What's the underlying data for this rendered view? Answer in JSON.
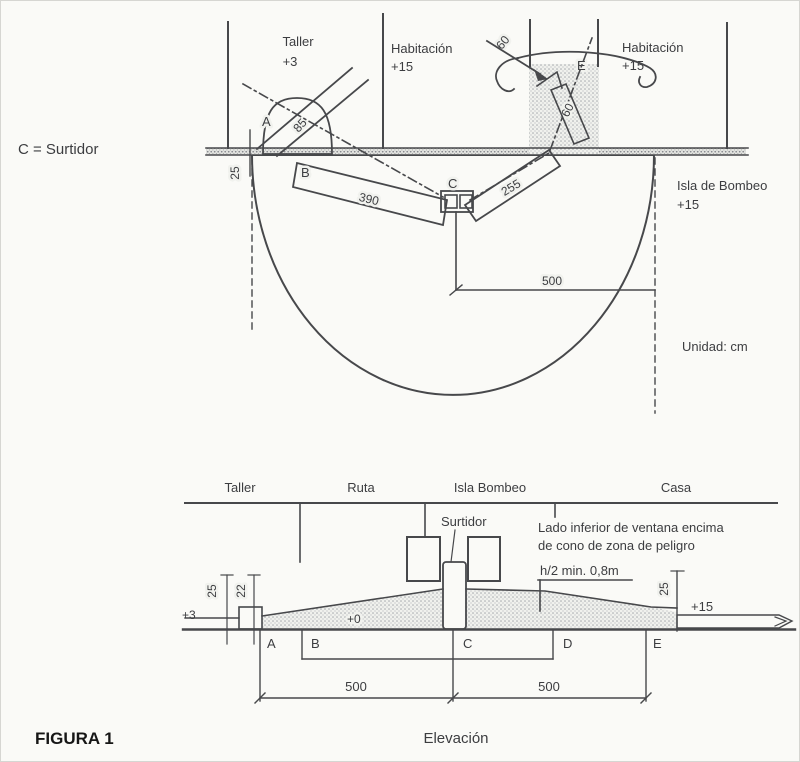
{
  "figure": {
    "label": "FIGURA 1",
    "caption": "Elevación"
  },
  "plan": {
    "legend": "C = Surtidor",
    "unit": "Unidad: cm",
    "room_taller": "Taller",
    "room_taller_level": "+3",
    "room_hab1": "Habitación",
    "room_hab1_level": "+15",
    "room_hab2": "Habitación",
    "room_hab2_level": "+15",
    "island_name": "Isla de Bombeo",
    "island_level": "+15",
    "pt_a": "A",
    "pt_b": "B",
    "pt_c": "C",
    "pt_e": "E",
    "dim_left_offset": "25",
    "dim_bump": "85",
    "dim_bc": "390",
    "dim_ce": "255",
    "dim_depth": "500",
    "angle1": "60",
    "angle2": "60"
  },
  "elevation": {
    "zone_taller": "Taller",
    "zone_ruta": "Ruta",
    "zone_isla": "Isla Bombeo",
    "zone_casa": "Casa",
    "surtidor": "Surtidor",
    "note1": "Lado inferior de ventana encima",
    "note2": "de cono de zona de peligro",
    "h_note": "h/2 min. 0,8m",
    "level_left": "+3",
    "level_zero": "+0",
    "level_right": "+15",
    "dim_25l": "25",
    "dim_22": "22",
    "dim_25r": "25",
    "span1": "500",
    "span2": "500",
    "pt_a": "A",
    "pt_b": "B",
    "pt_c": "C",
    "pt_d": "D",
    "pt_e": "E"
  }
}
